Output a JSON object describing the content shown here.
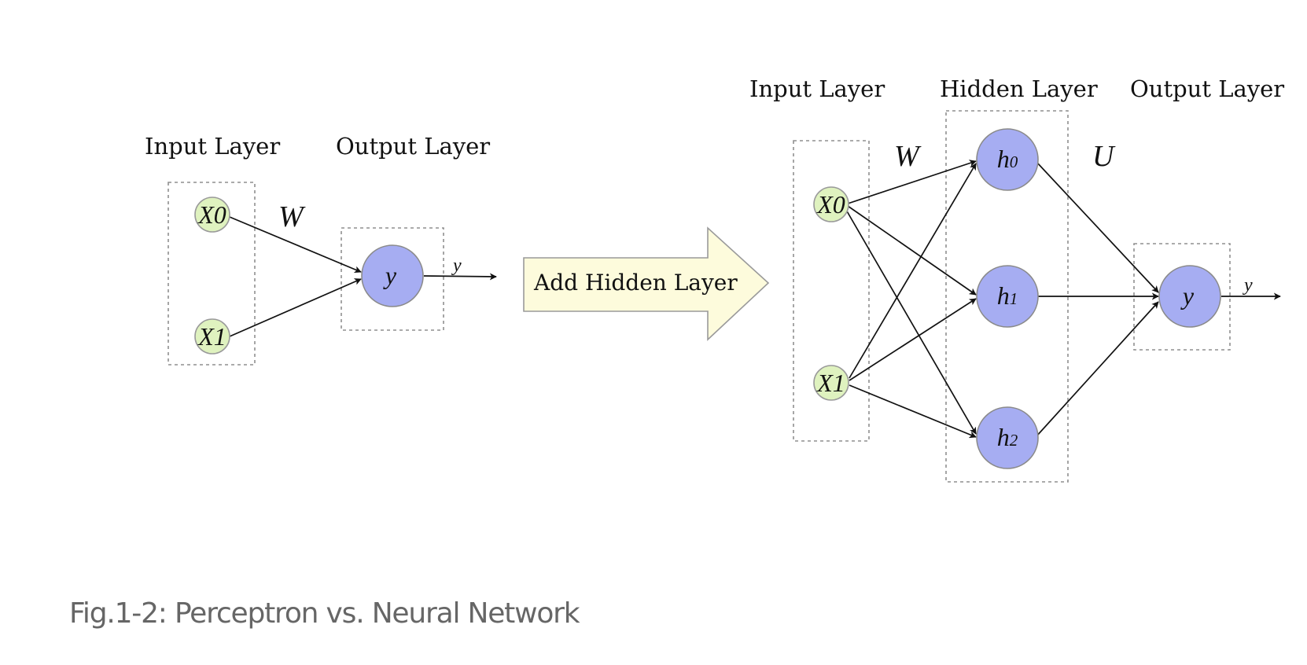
{
  "perceptron": {
    "input_layer_label": "Input Layer",
    "output_layer_label": "Output Layer",
    "weight_label": "W",
    "inputs": [
      {
        "base": "X",
        "sub": "0"
      },
      {
        "base": "X",
        "sub": "1"
      }
    ],
    "output_node": "y",
    "output_arrow_label": "y"
  },
  "transition_arrow_text": "Add Hidden Layer",
  "network": {
    "input_layer_label": "Input Layer",
    "hidden_layer_label": "Hidden Layer",
    "output_layer_label": "Output Layer",
    "weight_w_label": "W",
    "weight_u_label": "U",
    "inputs": [
      {
        "base": "X",
        "sub": "0"
      },
      {
        "base": "X",
        "sub": "1"
      }
    ],
    "hidden_nodes": [
      {
        "base": "h",
        "sub": "0"
      },
      {
        "base": "h",
        "sub": "1"
      },
      {
        "base": "h",
        "sub": "2"
      }
    ],
    "output_node": "y",
    "output_arrow_label": "y"
  },
  "caption": "Fig.1-2: Perceptron vs. Neural Network",
  "colors": {
    "input_node_fill": "#dff2bf",
    "hidden_output_node_fill": "#a6adf2",
    "transition_arrow_fill": "#fdfbdc",
    "caption_text": "#666666"
  }
}
